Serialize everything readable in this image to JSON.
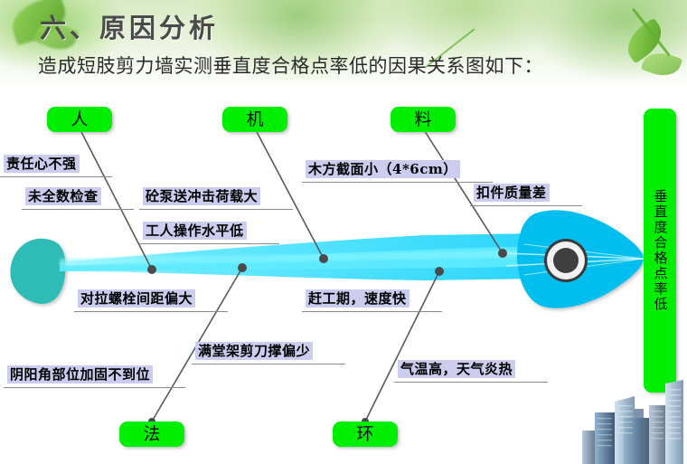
{
  "header": {
    "section_title": "六、原因分析",
    "subtitle": "造成短肢剪力墙实测垂直度合格点率低的因果关系图如下："
  },
  "colors": {
    "category_box": "#00EF00",
    "label_background": "#CCCCEE",
    "fish_head": "#00BFEF",
    "fish_body": "#44E4FF",
    "fish_tail": "#2FBDB6",
    "connector_line": "#595959",
    "banner_green": "#63BB2E"
  },
  "diagram": {
    "type": "fishbone-cause-and-effect",
    "effect_box": {
      "label": "垂直度合格点率低",
      "orientation": "vertical"
    },
    "categories": [
      {
        "id": "ren",
        "label": "人",
        "position": "top",
        "causes": [
          "责任心不强",
          "未全数检查"
        ]
      },
      {
        "id": "ji",
        "label": "机",
        "position": "top",
        "causes": [
          "砼泵送冲击荷载大",
          "工人操作水平低"
        ]
      },
      {
        "id": "liao",
        "label": "料",
        "position": "top",
        "causes": [
          "木方截面小（4*6cm）",
          "扣件质量差"
        ]
      },
      {
        "id": "fa",
        "label": "法",
        "position": "bottom",
        "causes": [
          "对拉螺栓间距偏大",
          "满堂架剪刀撑偏少",
          "阴阳角部位加固不到位"
        ]
      },
      {
        "id": "huan",
        "label": "环",
        "position": "bottom",
        "causes": [
          "赶工期，速度快",
          "气温高，天气炎热"
        ]
      }
    ],
    "causes_flat": [
      "责任心不强",
      "未全数检查",
      "砼泵送冲击荷载大",
      "工人操作水平低",
      "木方截面小（4*6cm）",
      "扣件质量差",
      "对拉螺栓间距偏大",
      "赶工期，速度快",
      "满堂架剪刀撑偏少",
      "阴阳角部位加固不到位",
      "气温高，天气炎热"
    ]
  },
  "decor": {
    "buildings": "city-skyline-image",
    "leaves": "green-leaves-banner"
  }
}
